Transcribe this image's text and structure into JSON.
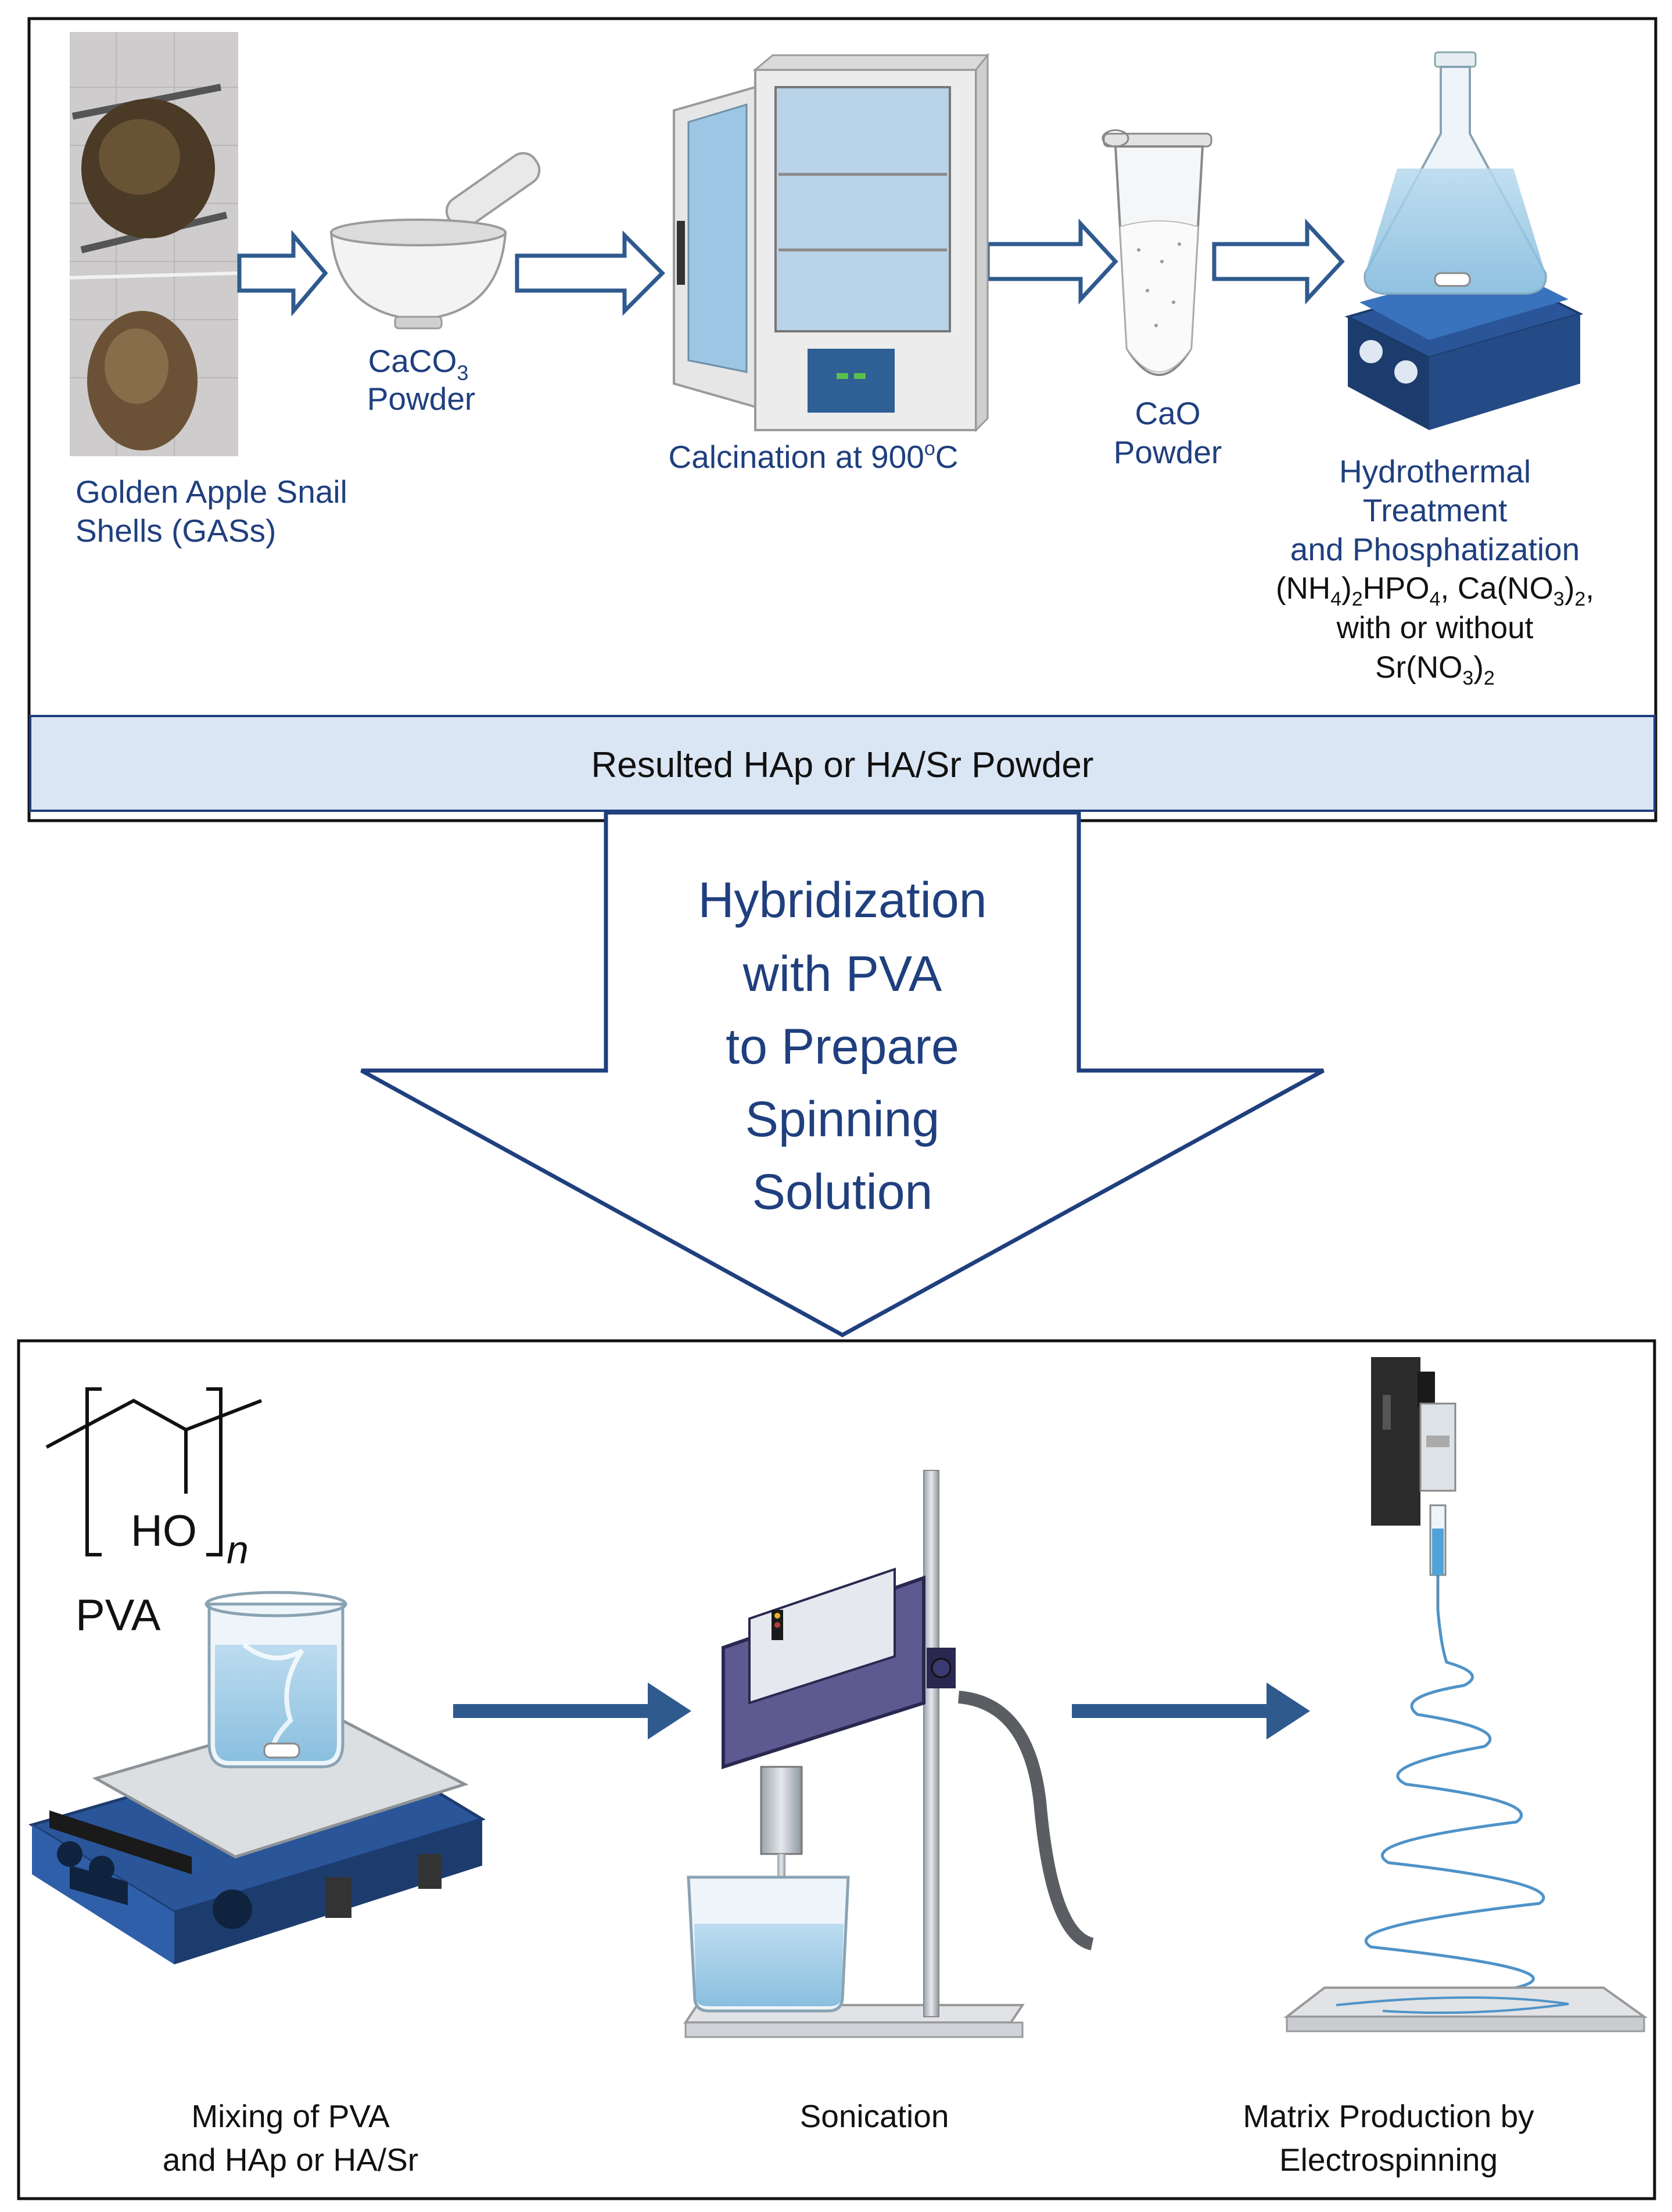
{
  "panel_top": {
    "steps": {
      "shells_line1": "Golden Apple Snail",
      "shells_line2": "Shells (GASs)",
      "caco3_line1_main": "CaCO",
      "caco3_line1_sub": "3",
      "caco3_line2": "Powder",
      "calcination_main": "Calcination at 900",
      "calcination_sup": "o",
      "calcination_unit": "C",
      "cao_line1": "CaO",
      "cao_line2": "Powder",
      "hydro_line1": "Hydrothermal",
      "hydro_line2": "Treatment",
      "hydro_line3": "and Phosphatization",
      "reagent_a1": "(NH",
      "reagent_a_sub1": "4",
      "reagent_a2": ")",
      "reagent_a_sub2": "2",
      "reagent_a3": "HPO",
      "reagent_a_sub3": "4",
      "reagent_a4": ", Ca(NO",
      "reagent_a_sub4": "3",
      "reagent_a5": ")",
      "reagent_a_sub5": "2",
      "reagent_a6": ",",
      "reagent_b": "with or without",
      "reagent_c1": "Sr(NO",
      "reagent_c_sub1": "3",
      "reagent_c2": ")",
      "reagent_c_sub2": "2"
    },
    "result_bar": "Resulted HAp or HA/Sr Powder"
  },
  "big_arrow": {
    "line1": "Hybridization",
    "line2": "with PVA",
    "line3": "to Prepare",
    "line4": "Spinning",
    "line5": "Solution"
  },
  "panel_bottom": {
    "pva_ho": "HO",
    "pva_n": "n",
    "pva_label": "PVA",
    "mixing_line1": "Mixing of PVA",
    "mixing_line2": "and HAp or HA/Sr",
    "sonication": "Sonication",
    "matrix_line1": "Matrix Production by",
    "matrix_line2": "Electrospinning"
  },
  "colors": {
    "text_blue": "#1f3f7e",
    "arrow_blue": "#2f5a8e",
    "result_bar_fill": "#dbe6f4",
    "hotplate_blue": "#2a5599"
  }
}
